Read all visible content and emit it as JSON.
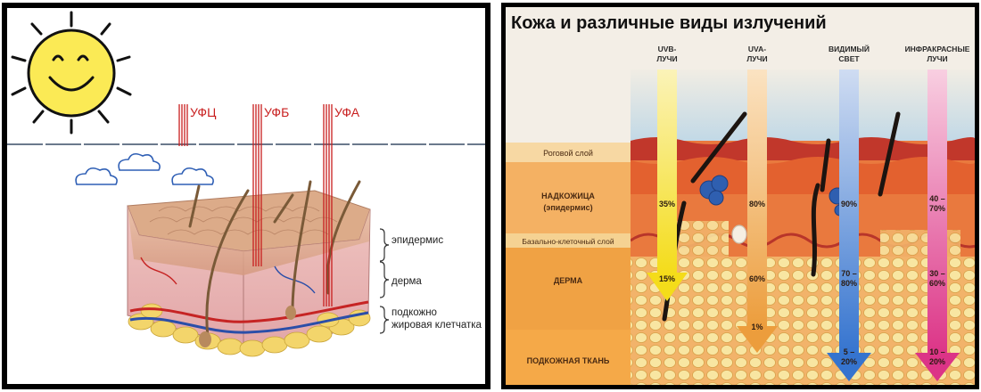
{
  "left": {
    "ray_labels": [
      "УФЦ",
      "УФБ",
      "УФА"
    ],
    "layer_labels": [
      "эпидермис",
      "дерма",
      "подкожно",
      "жировая клетчатка"
    ]
  },
  "right": {
    "title": "Кожа и различные виды излучений",
    "columns": [
      {
        "line1": "UVB-",
        "line2": "ЛУЧИ",
        "top": "35%",
        "middle": "15%",
        "bottom": ""
      },
      {
        "line1": "UVA-",
        "line2": "ЛУЧИ",
        "top": "80%",
        "middle": "60%",
        "bottom": "1%"
      },
      {
        "line1": "ВИДИМЫЙ",
        "line2": "СВЕТ",
        "top": "90%",
        "middle": "70 –\n80%",
        "bottom": "5 –\n20%"
      },
      {
        "line1": "ИНФРАКРАСНЫЕ",
        "line2": "ЛУЧИ",
        "top": "40 –\n70%",
        "middle": "30 –\n60%",
        "bottom": "10 –\n20%"
      }
    ],
    "layers": [
      "Роговой слой",
      "НАДКОЖИЦА",
      "(эпидермис)",
      "Базально-клеточный слой",
      "ДЕРМА",
      "ПОДКОЖНАЯ ТКАНЬ"
    ]
  },
  "colors": {
    "sky_right": "#cfe0ea",
    "uvb": "#f7e12a",
    "uva": "#f1a545",
    "visible": "#3d7bd1",
    "infrared": "#e0408d",
    "ray_red": "#c81e1e"
  }
}
